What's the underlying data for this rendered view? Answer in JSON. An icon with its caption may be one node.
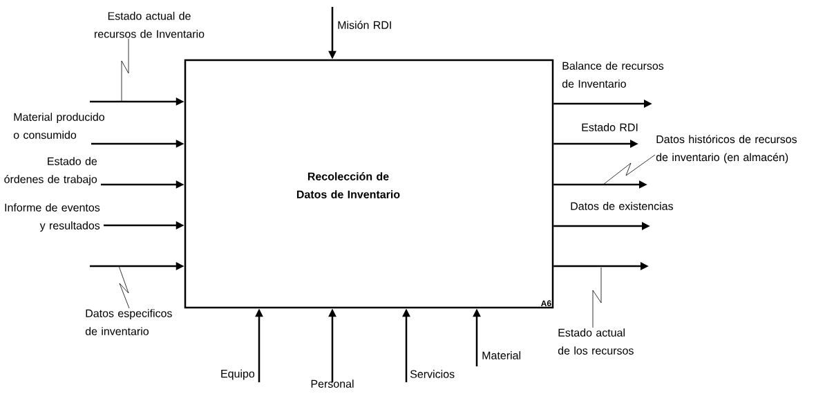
{
  "diagram": {
    "nodes": [
      {
        "text": [
          "Recolección de Datos de Inventario",
          "A6"
        ]
      },
      {
        "text": [
          "Estado actual de recursos de Inventario"
        ]
      },
      {
        "text": [
          "Datos especificos de inventario"
        ]
      },
      {
        "text": [
          "Datos históricos de recursos de inventario (en almacén)"
        ]
      },
      {
        "text": [
          "Estado actual de los recursos"
        ]
      }
    ],
    "edges": [
      {
        "from": null,
        "to": 0,
        "arrow": "to"
      },
      {
        "from": null,
        "to": 0,
        "arrow": "to",
        "label": "Material producido o consumido"
      },
      {
        "from": null,
        "to": 0,
        "arrow": "to",
        "label": "Estado de órdenes de trabajo"
      },
      {
        "from": null,
        "to": 0,
        "arrow": "to",
        "label": "Informe de eventos y resultados"
      },
      {
        "from": null,
        "to": 0,
        "arrow": "to"
      },
      {
        "from": null,
        "to": 0,
        "arrow": "to",
        "label": "Misión RDI"
      },
      {
        "from": null,
        "to": 0,
        "arrow": "to",
        "label": "Equipo"
      },
      {
        "from": null,
        "to": 0,
        "arrow": "to",
        "label": "Personal"
      },
      {
        "from": null,
        "to": 0,
        "arrow": "to",
        "label": "Servicios"
      },
      {
        "from": null,
        "to": 0,
        "arrow": "to",
        "label": "Material"
      },
      {
        "from": 0,
        "to": null,
        "arrow": "to",
        "label": "Balance de recursos de Inventario"
      },
      {
        "from": 0,
        "to": null,
        "arrow": "to",
        "label": "Estado RDI"
      },
      {
        "from": 0,
        "to": null,
        "arrow": "to"
      },
      {
        "from": 0,
        "to": null,
        "arrow": "to",
        "label": "Datos de existencias"
      },
      {
        "from": 0,
        "to": null,
        "arrow": "to"
      },
      {
        "from": 1,
        "to": null,
        "arrow": "none"
      },
      {
        "from": 2,
        "to": null,
        "arrow": "none"
      },
      {
        "from": 3,
        "to": null,
        "arrow": "none"
      },
      {
        "from": 4,
        "to": null,
        "arrow": "none"
      }
    ]
  }
}
